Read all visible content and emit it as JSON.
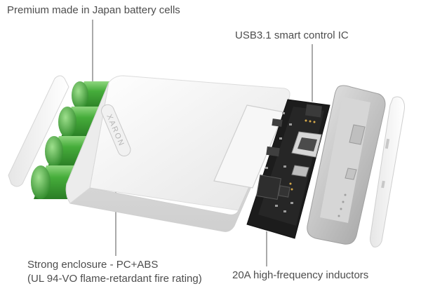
{
  "callouts": {
    "battery_cells": "Premium made in Japan battery cells",
    "control_ic": "USB3.1 smart control IC",
    "enclosure_line1": "Strong enclosure - PC+ABS",
    "enclosure_line2": "(UL 94-VO flame-retardant fire rating)",
    "inductors": "20A high-frequency inductors"
  },
  "product": {
    "brand_logo_text": "XARON"
  },
  "colors": {
    "battery_green": "#3fa538",
    "housing_white": "#f4f4f4",
    "pcb_dark": "#1c1c1c",
    "endcap_grey": "#c9c9c9",
    "leader_line": "#555555"
  }
}
